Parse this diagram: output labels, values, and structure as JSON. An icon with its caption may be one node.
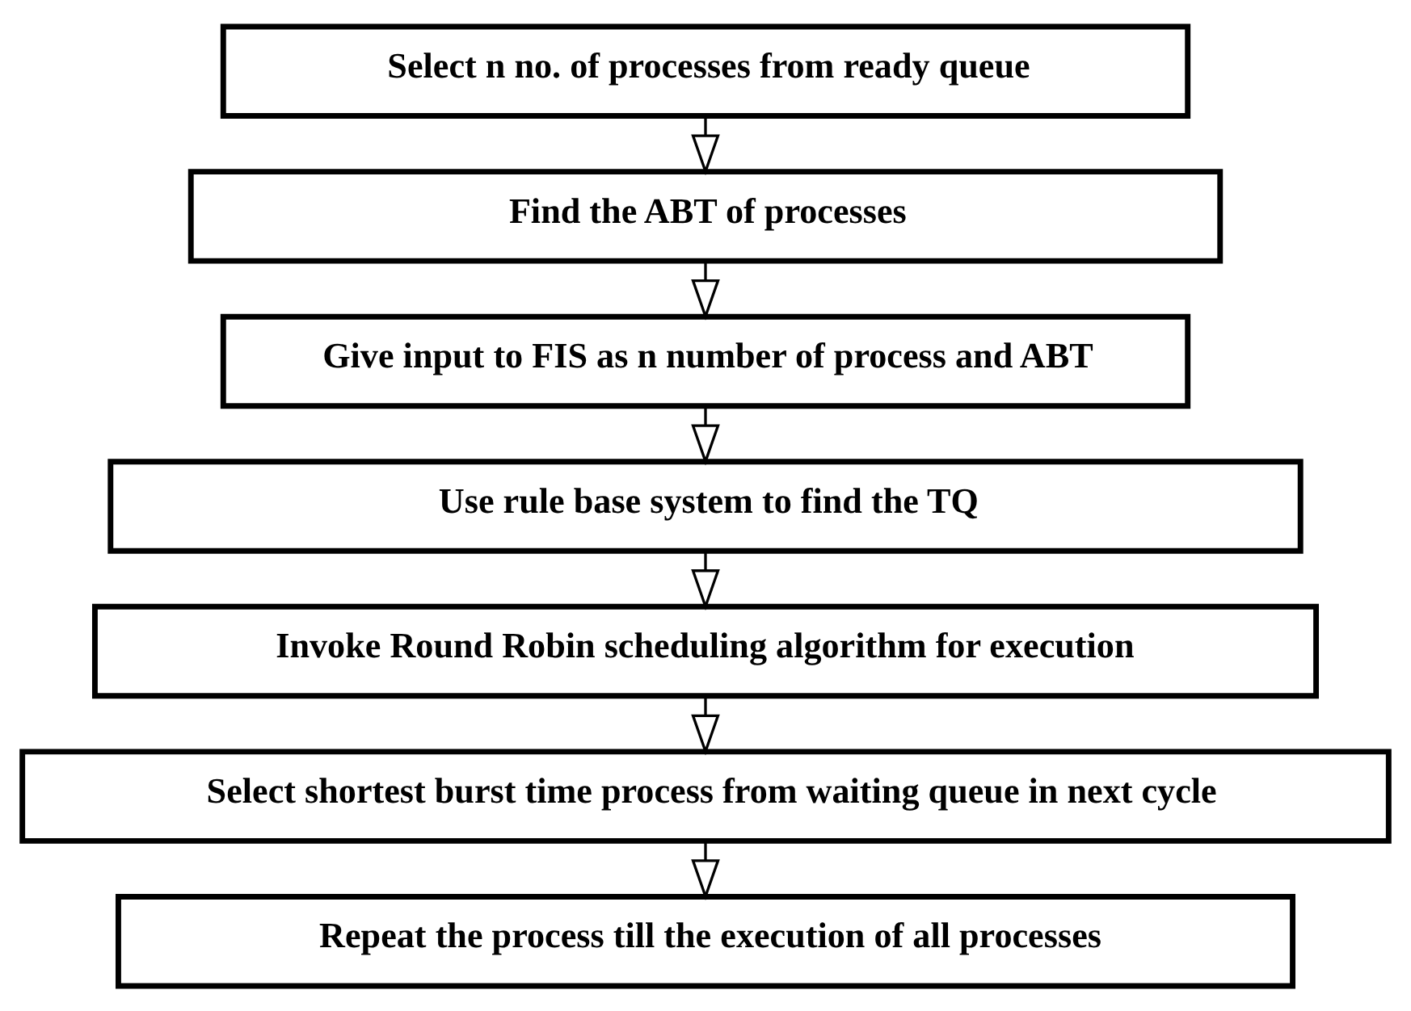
{
  "diagram": {
    "nodes": [
      {
        "text": [
          "Select n no. of processes from ready queue"
        ]
      },
      {
        "text": [
          "Find the ABT of processes"
        ]
      },
      {
        "text": [
          "Give input to FIS as n number of process and ABT"
        ]
      },
      {
        "text": [
          "Use rule base system to find the TQ"
        ]
      },
      {
        "text": [
          "Invoke Round Robin scheduling algorithm for execution"
        ]
      },
      {
        "text": [
          "Select shortest burst time process from waiting queue in next cycle"
        ]
      },
      {
        "text": [
          "Repeat the process till the execution of all processes"
        ]
      }
    ],
    "edges": [
      {
        "from": 0,
        "to": 1,
        "arrow": "to"
      },
      {
        "from": 1,
        "to": 2,
        "arrow": "to"
      },
      {
        "from": 2,
        "to": 3,
        "arrow": "to"
      },
      {
        "from": 3,
        "to": 4,
        "arrow": "to"
      },
      {
        "from": 4,
        "to": 5,
        "arrow": "to"
      },
      {
        "from": 5,
        "to": 6,
        "arrow": "to"
      }
    ]
  }
}
